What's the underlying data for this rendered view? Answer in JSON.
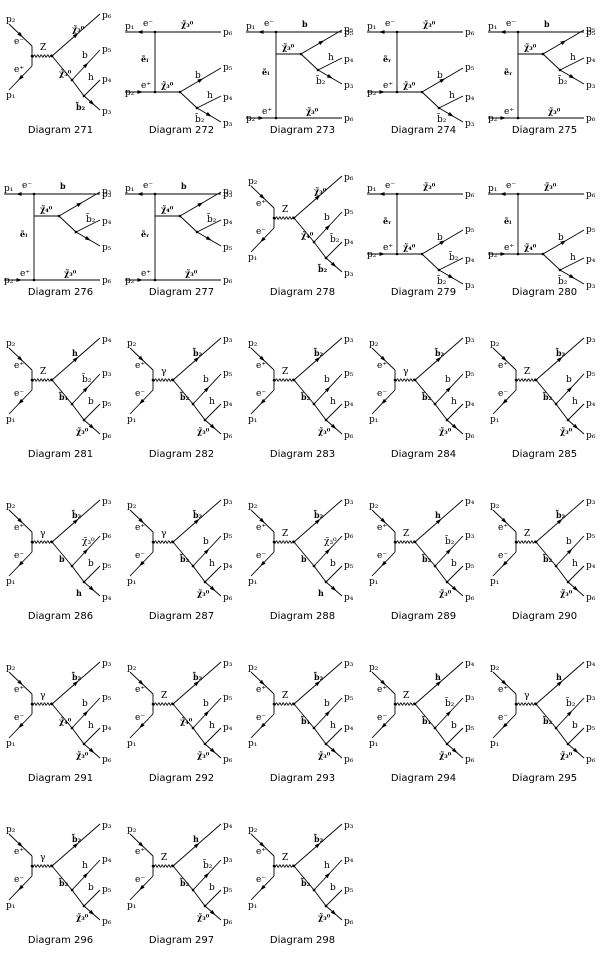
{
  "diagrams": [
    {
      "caption": "Diagram 271",
      "topology": "s",
      "boson": "Z",
      "ext": {
        "in1": "p₂",
        "in2": "p₁",
        "e1": "e⁻",
        "e2": "e⁺"
      },
      "out": [
        {
          "p": "p₆",
          "label": "χ̃₃⁰"
        },
        {
          "p": "p₅",
          "label": "b"
        },
        {
          "p": "p₄",
          "label": "h"
        },
        {
          "p": "p₃",
          "label": "b̃₂"
        }
      ],
      "prop": "χ̃₃⁰"
    },
    {
      "caption": "Diagram 272",
      "topology": "t",
      "tprop": "ẽₗ",
      "ext": {
        "in1": "p₁",
        "in2": "p₂",
        "e1": "e⁻",
        "e2": "e⁺"
      },
      "out": [
        {
          "p": "p₆",
          "label": "χ̃₃⁰"
        },
        {
          "p": "p₅",
          "label": "b"
        },
        {
          "p": "p₄",
          "label": "h"
        },
        {
          "p": "p₃",
          "label": "b̃₂"
        }
      ],
      "prop": "χ̃₃⁰"
    },
    {
      "caption": "Diagram 273",
      "topology": "tb",
      "tprop": "ẽₗ",
      "ext": {
        "in1": "p₁",
        "in2": "p₂",
        "e1": "e⁻",
        "e2": "e⁺"
      },
      "out": [
        {
          "p": "p₅",
          "label": "b"
        },
        {
          "p": "p₄",
          "label": "h"
        },
        {
          "p": "p₃",
          "label": "b̃₂"
        },
        {
          "p": "p₆",
          "label": "χ̃₃⁰"
        }
      ],
      "prop": "χ̃₃⁰"
    },
    {
      "caption": "Diagram 274",
      "topology": "t",
      "tprop": "ẽᵣ",
      "ext": {
        "in1": "p₁",
        "in2": "p₂",
        "e1": "e⁻",
        "e2": "e⁺"
      },
      "out": [
        {
          "p": "p₆",
          "label": "χ̃₃⁰"
        },
        {
          "p": "p₅",
          "label": "b"
        },
        {
          "p": "p₄",
          "label": "h"
        },
        {
          "p": "p₃",
          "label": "b̃₂"
        }
      ],
      "prop": "χ̃₃⁰"
    },
    {
      "caption": "Diagram 275",
      "topology": "tb",
      "tprop": "ẽᵣ",
      "ext": {
        "in1": "p₁",
        "in2": "p₂",
        "e1": "e⁻",
        "e2": "e⁺"
      },
      "out": [
        {
          "p": "p₅",
          "label": "b"
        },
        {
          "p": "p₄",
          "label": "h"
        },
        {
          "p": "p₃",
          "label": "b̃₂"
        },
        {
          "p": "p₆",
          "label": "χ̃₃⁰"
        }
      ],
      "prop": "χ̃₃⁰"
    },
    {
      "caption": "Diagram 276",
      "topology": "tb",
      "tprop": "ẽₗ",
      "ext": {
        "in1": "p₁",
        "in2": "p₂",
        "e1": "e⁻",
        "e2": "e⁺"
      },
      "out": [
        {
          "p": "p₃",
          "label": "b"
        },
        {
          "p": "p₄",
          "label": "b̃₂"
        },
        {
          "p": "p₅",
          "label": ""
        },
        {
          "p": "p₆",
          "label": "χ̃₃⁰"
        }
      ],
      "prop": "χ̃₄⁰"
    },
    {
      "caption": "Diagram 277",
      "topology": "tb",
      "tprop": "ẽᵣ",
      "ext": {
        "in1": "p₁",
        "in2": "p₂",
        "e1": "e⁻",
        "e2": "e⁺"
      },
      "out": [
        {
          "p": "p₃",
          "label": "b"
        },
        {
          "p": "p₄",
          "label": "b̃₂"
        },
        {
          "p": "p₅",
          "label": ""
        },
        {
          "p": "p₆",
          "label": "χ̃₃⁰"
        }
      ],
      "prop": "χ̃₄⁰"
    },
    {
      "caption": "Diagram 278",
      "topology": "s",
      "boson": "Z",
      "ext": {
        "in1": "p₂",
        "in2": "p₁",
        "e1": "e⁺",
        "e2": "e⁻"
      },
      "out": [
        {
          "p": "p₆",
          "label": "χ̃₃⁰"
        },
        {
          "p": "p₅",
          "label": "b"
        },
        {
          "p": "p₄",
          "label": "b̃₂"
        },
        {
          "p": "p₃",
          "label": "b̃₂"
        }
      ],
      "prop": "χ̃₄⁰"
    },
    {
      "caption": "Diagram 279",
      "topology": "t",
      "tprop": "ẽᵣ",
      "ext": {
        "in1": "p₁",
        "in2": "p₂",
        "e1": "e⁻",
        "e2": "e⁺"
      },
      "out": [
        {
          "p": "p₆",
          "label": "χ̃₃⁰"
        },
        {
          "p": "p₅",
          "label": "b"
        },
        {
          "p": "p₄",
          "label": "b̃₂"
        },
        {
          "p": "p₃",
          "label": "b̃₂"
        }
      ],
      "prop": "χ̃₄⁰"
    },
    {
      "caption": "Diagram 280",
      "topology": "t",
      "tprop": "ẽₗ",
      "ext": {
        "in1": "p₁",
        "in2": "p₂",
        "e1": "e⁻",
        "e2": "e⁺"
      },
      "out": [
        {
          "p": "p₆",
          "label": "χ̃₃⁰"
        },
        {
          "p": "p₅",
          "label": "b"
        },
        {
          "p": "p₄",
          "label": "h"
        },
        {
          "p": "p₃",
          "label": "b̃₂"
        }
      ],
      "prop": "χ̃₄⁰"
    },
    {
      "caption": "Diagram 281",
      "topology": "s",
      "boson": "Z",
      "ext": {
        "in1": "p₂",
        "in2": "p₁",
        "e1": "e⁺",
        "e2": "e⁻"
      },
      "out": [
        {
          "p": "p₄",
          "label": "h"
        },
        {
          "p": "p₃",
          "label": "b̃₂"
        },
        {
          "p": "p₅",
          "label": "b"
        },
        {
          "p": "p₆",
          "label": "χ̃₃⁰"
        }
      ],
      "prop": "b̃₁"
    },
    {
      "caption": "Diagram 282",
      "topology": "s",
      "boson": "γ",
      "ext": {
        "in1": "p₂",
        "in2": "p₁",
        "e1": "e⁺",
        "e2": "e⁻"
      },
      "out": [
        {
          "p": "p₃",
          "label": "b̃₂"
        },
        {
          "p": "p₅",
          "label": "b"
        },
        {
          "p": "p₄",
          "label": "h"
        },
        {
          "p": "p₆",
          "label": "χ̃₃⁰"
        }
      ],
      "prop": "b̃₂"
    },
    {
      "caption": "Diagram 283",
      "topology": "s",
      "boson": "Z",
      "ext": {
        "in1": "p₂",
        "in2": "p₁",
        "e1": "e⁺",
        "e2": "e⁻"
      },
      "out": [
        {
          "p": "p₃",
          "label": "b̃₂"
        },
        {
          "p": "p₅",
          "label": "b"
        },
        {
          "p": "p₄",
          "label": "h"
        },
        {
          "p": "p₆",
          "label": "χ̃₃⁰"
        }
      ],
      "prop": "b̃₂"
    },
    {
      "caption": "Diagram 284",
      "topology": "s",
      "boson": "γ",
      "ext": {
        "in1": "p₂",
        "in2": "p₁",
        "e1": "e⁺",
        "e2": "e⁻"
      },
      "out": [
        {
          "p": "p₃",
          "label": "b̃₂"
        },
        {
          "p": "p₅",
          "label": "b"
        },
        {
          "p": "p₄",
          "label": "h"
        },
        {
          "p": "p₆",
          "label": "χ̃₃⁰"
        }
      ],
      "prop": "b̃₂"
    },
    {
      "caption": "Diagram 285",
      "topology": "s",
      "boson": "Z",
      "ext": {
        "in1": "p₂",
        "in2": "p₁",
        "e1": "e⁺",
        "e2": "e⁻"
      },
      "out": [
        {
          "p": "p₃",
          "label": "b̃₂"
        },
        {
          "p": "p₅",
          "label": "b"
        },
        {
          "p": "p₄",
          "label": "h"
        },
        {
          "p": "p₆",
          "label": "χ̃₃⁰"
        }
      ],
      "prop": "b̃₂"
    },
    {
      "caption": "Diagram 286",
      "topology": "s",
      "boson": "γ",
      "ext": {
        "in1": "p₂",
        "in2": "p₁",
        "e1": "e⁺",
        "e2": "e⁻"
      },
      "out": [
        {
          "p": "p₃",
          "label": "b̃₂"
        },
        {
          "p": "p₆",
          "label": "χ̃₃⁰"
        },
        {
          "p": "p₅",
          "label": "b"
        },
        {
          "p": "p₄",
          "label": "h"
        }
      ],
      "prop": "b"
    },
    {
      "caption": "Diagram 287",
      "topology": "s",
      "boson": "γ",
      "ext": {
        "in1": "p₂",
        "in2": "p₁",
        "e1": "e⁺",
        "e2": "e⁻"
      },
      "out": [
        {
          "p": "p₃",
          "label": "b̃₂"
        },
        {
          "p": "p₅",
          "label": "b"
        },
        {
          "p": "p₄",
          "label": "h"
        },
        {
          "p": "p₆",
          "label": "χ̃₃⁰"
        }
      ],
      "prop": "b̃₂"
    },
    {
      "caption": "Diagram 288",
      "topology": "s",
      "boson": "Z",
      "ext": {
        "in1": "p₂",
        "in2": "p₁",
        "e1": "e⁺",
        "e2": "e⁻"
      },
      "out": [
        {
          "p": "p₃",
          "label": "b̃₂"
        },
        {
          "p": "p₆",
          "label": "χ̃₃⁰"
        },
        {
          "p": "p₅",
          "label": "b"
        },
        {
          "p": "p₄",
          "label": "h"
        }
      ],
      "prop": "b"
    },
    {
      "caption": "Diagram 289",
      "topology": "s",
      "boson": "Z",
      "ext": {
        "in1": "p₂",
        "in2": "p₁",
        "e1": "e⁺",
        "e2": "e⁻"
      },
      "out": [
        {
          "p": "p₄",
          "label": "h"
        },
        {
          "p": "p₃",
          "label": "b̃₂"
        },
        {
          "p": "p₅",
          "label": "b"
        },
        {
          "p": "p₆",
          "label": "χ̃₃⁰"
        }
      ],
      "prop": "b̃₂"
    },
    {
      "caption": "Diagram 290",
      "topology": "s",
      "boson": "Z",
      "ext": {
        "in1": "p₂",
        "in2": "p₁",
        "e1": "e⁺",
        "e2": "e⁻"
      },
      "out": [
        {
          "p": "p₃",
          "label": "b̃₂"
        },
        {
          "p": "p₅",
          "label": "b"
        },
        {
          "p": "p₄",
          "label": "h"
        },
        {
          "p": "p₆",
          "label": "χ̃₃⁰"
        }
      ],
      "prop": "b̃₂"
    },
    {
      "caption": "Diagram 291",
      "topology": "s",
      "boson": "γ",
      "ext": {
        "in1": "p₂",
        "in2": "p₁",
        "e1": "e⁺",
        "e2": "e⁻"
      },
      "out": [
        {
          "p": "p₃",
          "label": "b̃₂"
        },
        {
          "p": "p₅",
          "label": "b"
        },
        {
          "p": "p₄",
          "label": "h"
        },
        {
          "p": "p₆",
          "label": "χ̃₃⁰"
        }
      ],
      "prop": "χ̃₄⁰"
    },
    {
      "caption": "Diagram 292",
      "topology": "s",
      "boson": "Z",
      "ext": {
        "in1": "p₂",
        "in2": "p₁",
        "e1": "e⁺",
        "e2": "e⁻"
      },
      "out": [
        {
          "p": "p₃",
          "label": "b̃₂"
        },
        {
          "p": "p₅",
          "label": "b"
        },
        {
          "p": "p₄",
          "label": "h"
        },
        {
          "p": "p₆",
          "label": "χ̃₃⁰"
        }
      ],
      "prop": "χ̃₄⁰"
    },
    {
      "caption": "Diagram 293",
      "topology": "s",
      "boson": "Z",
      "ext": {
        "in1": "p₂",
        "in2": "p₁",
        "e1": "e⁺",
        "e2": "e⁻"
      },
      "out": [
        {
          "p": "p₃",
          "label": "b̃₂"
        },
        {
          "p": "p₅",
          "label": "b"
        },
        {
          "p": "p₄",
          "label": "h"
        },
        {
          "p": "p₆",
          "label": "χ̃₃⁰"
        }
      ],
      "prop": "b̃₁"
    },
    {
      "caption": "Diagram 294",
      "topology": "s",
      "boson": "Z",
      "ext": {
        "in1": "p₂",
        "in2": "p₁",
        "e1": "e⁺",
        "e2": "e⁻"
      },
      "out": [
        {
          "p": "p₄",
          "label": "h"
        },
        {
          "p": "p₃",
          "label": "b̃₂"
        },
        {
          "p": "p₅",
          "label": "b"
        },
        {
          "p": "p₆",
          "label": "χ̃₃⁰"
        }
      ],
      "prop": "b̃₁"
    },
    {
      "caption": "Diagram 295",
      "topology": "s",
      "boson": "γ",
      "ext": {
        "in1": "p₂",
        "in2": "p₁",
        "e1": "e⁺",
        "e2": "e⁻"
      },
      "out": [
        {
          "p": "p₄",
          "label": "h"
        },
        {
          "p": "p₃",
          "label": "b̃₂"
        },
        {
          "p": "p₅",
          "label": "b"
        },
        {
          "p": "p₆",
          "label": "χ̃₃⁰"
        }
      ],
      "prop": "b̃₂"
    },
    {
      "caption": "Diagram 296",
      "topology": "s",
      "boson": "γ",
      "ext": {
        "in1": "p₂",
        "in2": "p₁",
        "e1": "e⁺",
        "e2": "e⁻"
      },
      "out": [
        {
          "p": "p₃",
          "label": "b̃₂"
        },
        {
          "p": "p₄",
          "label": "h"
        },
        {
          "p": "p₅",
          "label": "b"
        },
        {
          "p": "p₆",
          "label": "χ̃₃⁰"
        }
      ],
      "prop": "b̃₂"
    },
    {
      "caption": "Diagram 297",
      "topology": "s",
      "boson": "Z",
      "ext": {
        "in1": "p₂",
        "in2": "p₁",
        "e1": "e⁺",
        "e2": "e⁻"
      },
      "out": [
        {
          "p": "p₄",
          "label": "h"
        },
        {
          "p": "p₃",
          "label": "b̃₂"
        },
        {
          "p": "p₅",
          "label": "b"
        },
        {
          "p": "p₆",
          "label": "χ̃₃⁰"
        }
      ],
      "prop": "b̃₂"
    },
    {
      "caption": "Diagram 298",
      "topology": "s",
      "boson": "Z",
      "ext": {
        "in1": "p₂",
        "in2": "p₁",
        "e1": "e⁺",
        "e2": "e⁻"
      },
      "out": [
        {
          "p": "p₃",
          "label": "b̃₂"
        },
        {
          "p": "p₄",
          "label": "h"
        },
        {
          "p": "p₅",
          "label": "b"
        },
        {
          "p": "p₆",
          "label": "χ̃₃⁰"
        }
      ],
      "prop": "b̃₂"
    }
  ]
}
